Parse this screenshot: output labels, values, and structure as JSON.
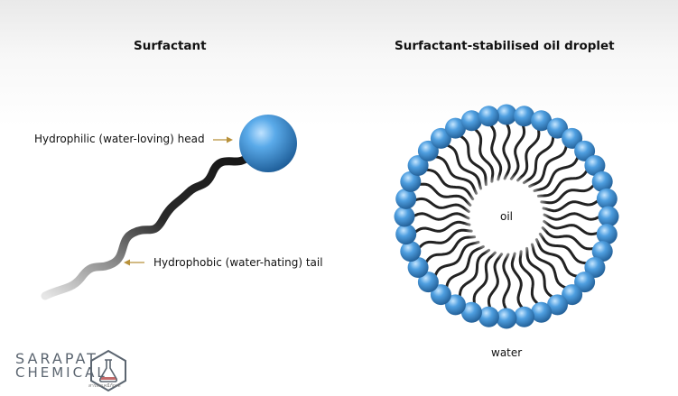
{
  "panels": {
    "left_title": "Surfactant",
    "right_title": "Surfactant-stabilised oil droplet"
  },
  "labels": {
    "head": "Hydrophilic (water-loving) head",
    "tail": "Hydrophobic (water-hating) tail",
    "oil": "oil",
    "water": "water"
  },
  "logo": {
    "line1": "SARAPAT",
    "line2": "CHEMICAL",
    "tagline": "สารพัดเคมีภัณฑ์"
  },
  "colors": {
    "head_blue": "#3b8fd6",
    "tail_black": "#222222",
    "arrow": "#b8913a"
  },
  "droplet": {
    "head_count": 36
  }
}
